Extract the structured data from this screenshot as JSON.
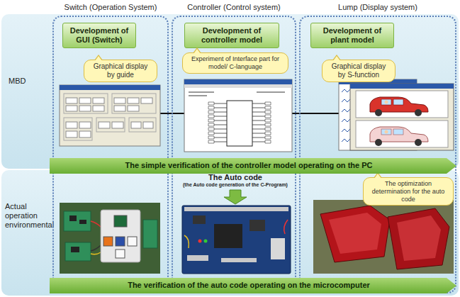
{
  "diagram": {
    "nodes": [
      {
        "text": [
          "MBD"
        ]
      },
      {
        "text": [
          "Actual operation environmental"
        ]
      },
      {
        "text": [
          "Switch (Operation System)"
        ]
      },
      {
        "text": [
          "Controller (Control system)"
        ]
      },
      {
        "text": [
          "Lump (Display system)"
        ]
      },
      {
        "text": [
          "Development of GUI (Switch)"
        ],
        "in": 2
      },
      {
        "text": [
          "Graphical display by guide"
        ],
        "in": 2
      },
      {
        "text": [
          "Development of controller model"
        ],
        "in": 3
      },
      {
        "text": [
          "Experiment of Interface part for model/ C-language"
        ],
        "in": 3
      },
      {
        "text": [
          "Development of plant model"
        ],
        "in": 4
      },
      {
        "text": [
          "Graphical display by S-function"
        ],
        "in": 4
      },
      {
        "text": [
          "The simple verification of the controller model operating on the PC"
        ]
      },
      {
        "text": [
          "The optimization determination for the auto code"
        ],
        "in": 4
      },
      {
        "text": [
          "The verification of the auto code operating on the microcomputer"
        ]
      }
    ],
    "labels": [
      "The Auto code",
      "(the Auto code generation of the C-Program)"
    ]
  }
}
